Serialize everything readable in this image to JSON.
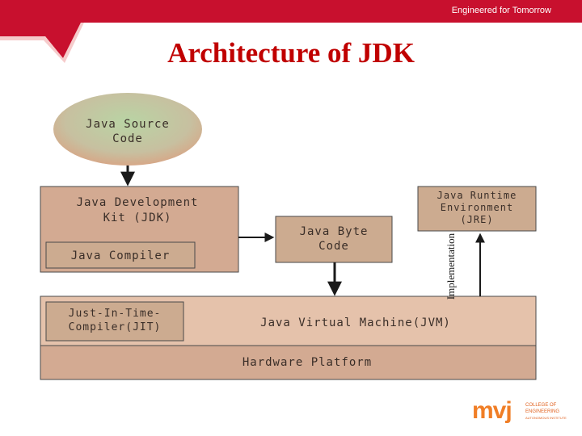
{
  "header": {
    "tagline": "Engineered for Tomorrow",
    "title": "Architecture of JDK",
    "banner_color": "#c8102e"
  },
  "diagram": {
    "source": {
      "line1": "Java Source",
      "line2": "Code"
    },
    "jdk": {
      "line1": "Java Development",
      "line2": "Kit (JDK)"
    },
    "compiler": "Java Compiler",
    "bytecode": {
      "line1": "Java Byte",
      "line2": "Code"
    },
    "jre": {
      "line1": "Java Runtime",
      "line2": "Environment",
      "line3": "(JRE)"
    },
    "implementation": "Implementation",
    "jit": {
      "line1": "Just-In-Time-",
      "line2": "Compiler(JIT)"
    },
    "jvm": "Java Virtual Machine(JVM)",
    "hardware": "Hardware Platform",
    "colors": {
      "box_fill": "#d3aa92",
      "inner_fill": "#ccab90",
      "box_border": "#4a4a4a",
      "jvm_band": "#e5c2ab",
      "oval_top": "#a8c89a",
      "oval_bottom": "#d6a888"
    }
  },
  "logo": {
    "main": "mvj",
    "line1": "COLLEGE OF",
    "line2": "ENGINEERING",
    "line3": "AUTONOMOUS INSTITUTE"
  }
}
